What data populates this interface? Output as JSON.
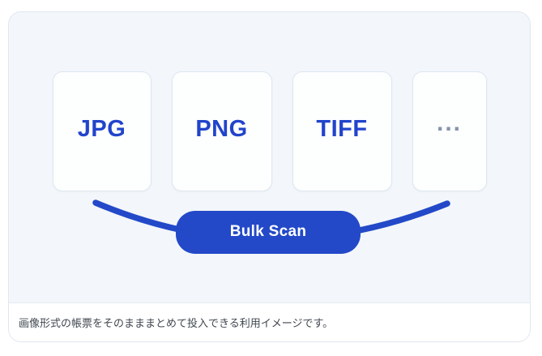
{
  "panel": {
    "cards": [
      {
        "label": "JPG"
      },
      {
        "label": "PNG"
      },
      {
        "label": "TIFF"
      },
      {
        "label": "..."
      }
    ],
    "button": {
      "label": "Bulk Scan"
    },
    "caption": "画像形式の帳票をそのまままとめて投入できる利用イメージです。",
    "colors": {
      "accent_blue": "#2349c8",
      "format_label_blue": "#2244cb",
      "ellipsis_gray": "#8594ab",
      "panel_background": "#f3f6fa",
      "card_background": "#fdfefe",
      "card_border": "#dde7f1",
      "panel_border": "#e0e7f0",
      "caption_text": "#40474f"
    }
  }
}
